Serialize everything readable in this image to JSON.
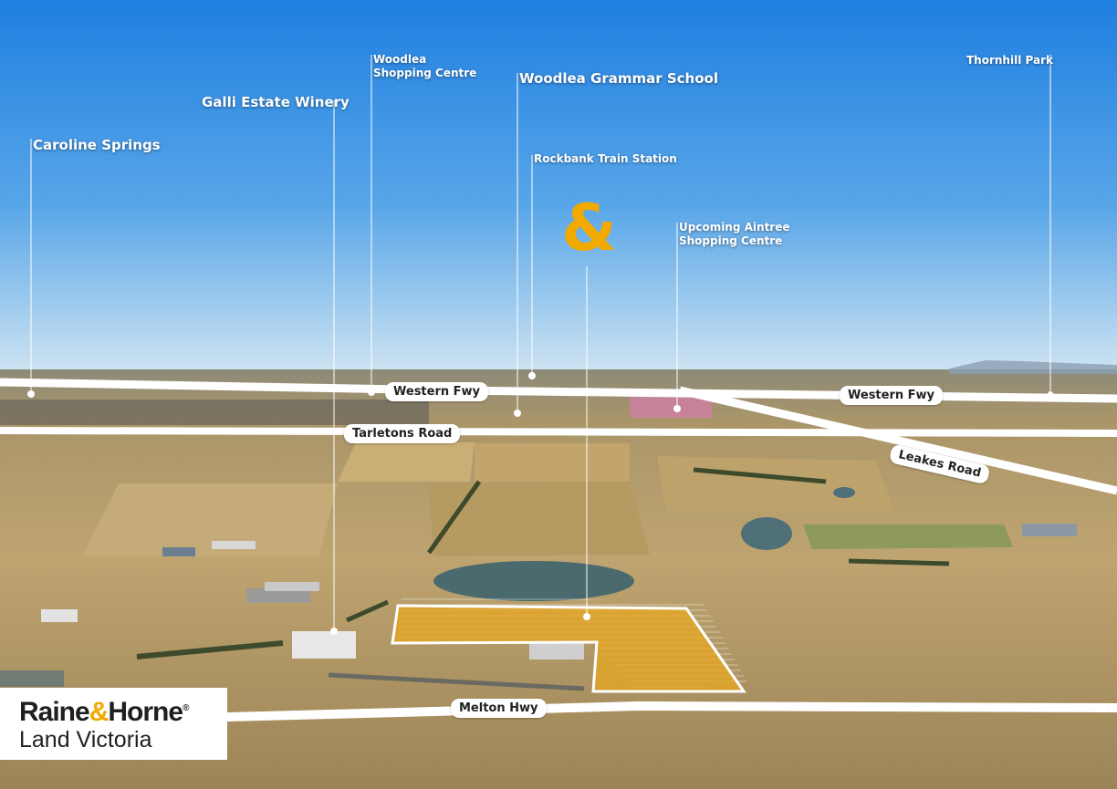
{
  "poi_labels": {
    "caroline_springs": "Caroline Springs",
    "galli_estate": "Galli Estate Winery",
    "woodlea_shopping_1": "Woodlea",
    "woodlea_shopping_2": "Shopping Centre",
    "woodlea_grammar": "Woodlea Grammar School",
    "rockbank_station": "Rockbank Train Station",
    "aintree_1": "Upcoming Aintree",
    "aintree_2": "Shopping Centre",
    "thornhill_park": "Thornhill Park"
  },
  "road_labels": {
    "western_fwy_left": "Western Fwy",
    "western_fwy_right": "Western Fwy",
    "tarletons_road": "Tarletons Road",
    "leakes_road": "Leakes Road",
    "melton_hwy": "Melton Hwy"
  },
  "property_marker": "&",
  "logo": {
    "brand_part1": "Raine",
    "brand_amp": "&",
    "brand_part2": "Horne",
    "registered": "®",
    "subline": "Land Victoria"
  },
  "colors": {
    "accent_gold": "#f2a900",
    "road_white": "#ffffff",
    "sky_top": "#1f7fe0",
    "sky_horizon": "#cfe4f2",
    "farmland": "#b9a070"
  }
}
